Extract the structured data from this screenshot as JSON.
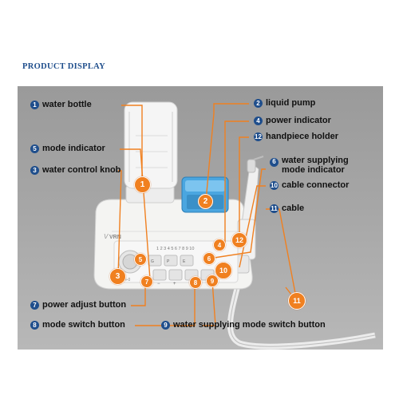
{
  "heading": "PRODUCT DISPLAY",
  "brand": "VRN",
  "labels": [
    {
      "n": "1",
      "text": "water bottle"
    },
    {
      "n": "2",
      "text": "liquid pump"
    },
    {
      "n": "4",
      "text": "power indicator"
    },
    {
      "n": "5",
      "text": "mode indicator"
    },
    {
      "n": "12",
      "text": "handpiece holder"
    },
    {
      "n": "6",
      "line1": "water supplying",
      "line2": "mode indicator"
    },
    {
      "n": "3",
      "text": "water control knob"
    },
    {
      "n": "10",
      "text": "cable connector"
    },
    {
      "n": "11",
      "text": "cable"
    },
    {
      "n": "7",
      "text": "power adjust button"
    },
    {
      "n": "8",
      "text": "mode switch button"
    },
    {
      "n": "9",
      "text": "water supplying mode switch button"
    }
  ],
  "device": {
    "power_scale": [
      "1",
      "2",
      "3",
      "4",
      "5",
      "6",
      "7",
      "8",
      "9",
      "10"
    ],
    "mode_letters": [
      "G",
      "P",
      "E"
    ],
    "knob_marks": "4-0",
    "button_signs": [
      "−",
      "+"
    ]
  },
  "callouts": [
    "1",
    "2",
    "3",
    "4",
    "5",
    "6",
    "7",
    "8",
    "9",
    "10",
    "11",
    "12"
  ],
  "colors": {
    "accent_orange": "#f08020",
    "label_blue": "#1f4e8c",
    "panel_gray": "#a6a6a6"
  }
}
